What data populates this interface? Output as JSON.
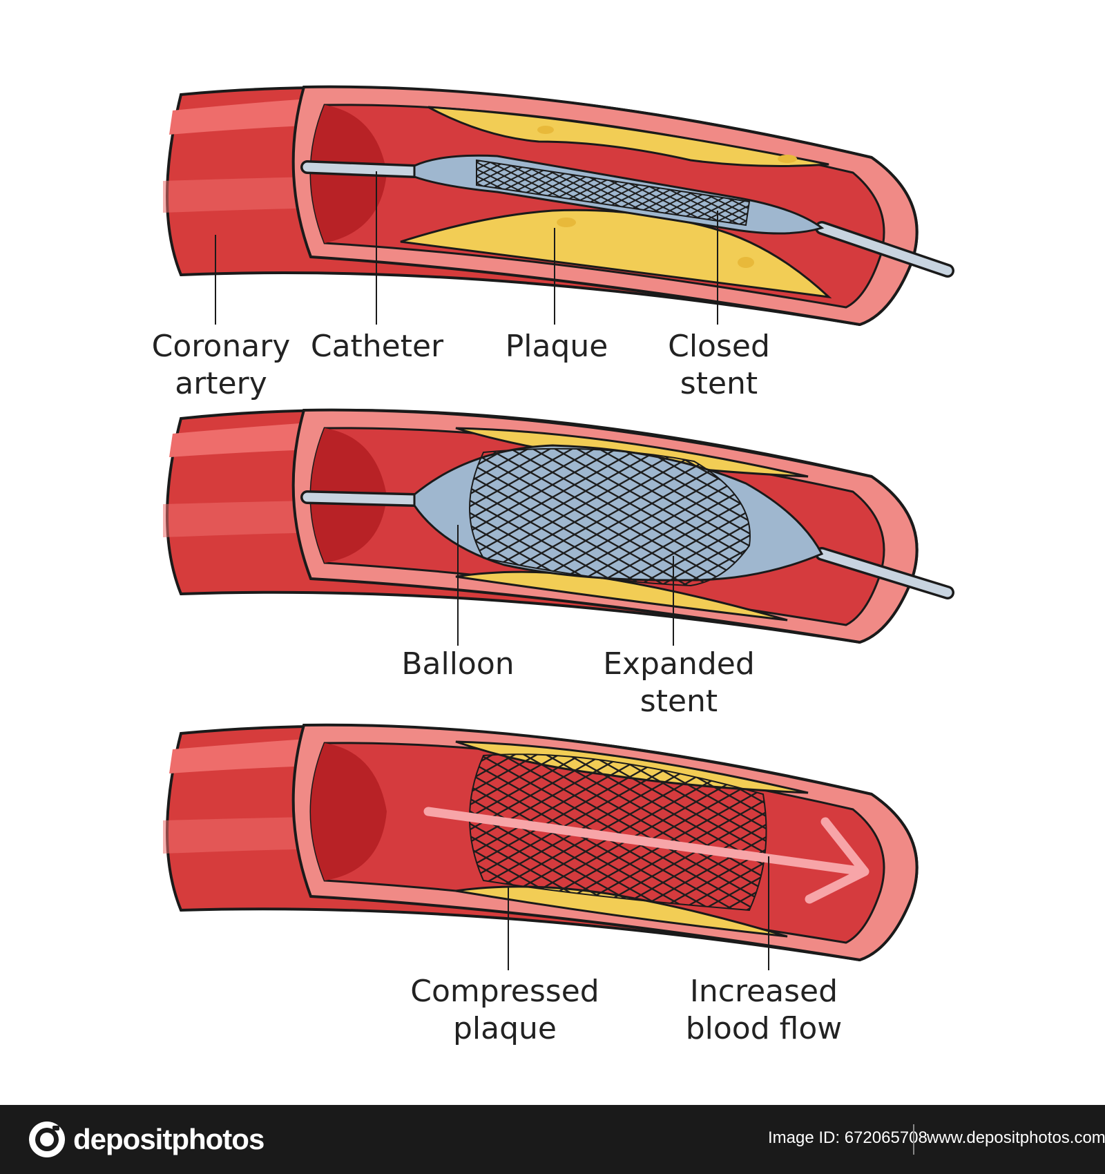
{
  "labels": {
    "coronary_artery": [
      "Coronary",
      "artery"
    ],
    "catheter": [
      "Catheter"
    ],
    "plaque": [
      "Plaque"
    ],
    "closed_stent": [
      "Closed",
      "stent"
    ],
    "balloon": [
      "Balloon"
    ],
    "expanded_stent": [
      "Expanded",
      "stent"
    ],
    "compressed_plaque": [
      "Compressed",
      "plaque"
    ],
    "increased_blood_flow": [
      "Increased",
      "blood flow"
    ]
  },
  "footer": {
    "brand": "depositphotos",
    "image_id": "Image ID: 672065708",
    "url": "www.depositphotos.com"
  },
  "colors": {
    "artery_outer": "#d63c3c",
    "artery_highlight": "#ee6d6b",
    "vessel_wall": "#f08a86",
    "lumen": "#d53b3e",
    "lumen_deep": "#b82226",
    "plaque": "#f2cd55",
    "plaque_light": "#f7e08a",
    "balloon": "#9fb7cf",
    "catheter": "#c8d4e0",
    "stent_mesh": "#1d1d1d",
    "flow_arrow": "#f7a5a8",
    "outline": "#1a1a1a",
    "footer_bg": "#1a1a1a"
  }
}
